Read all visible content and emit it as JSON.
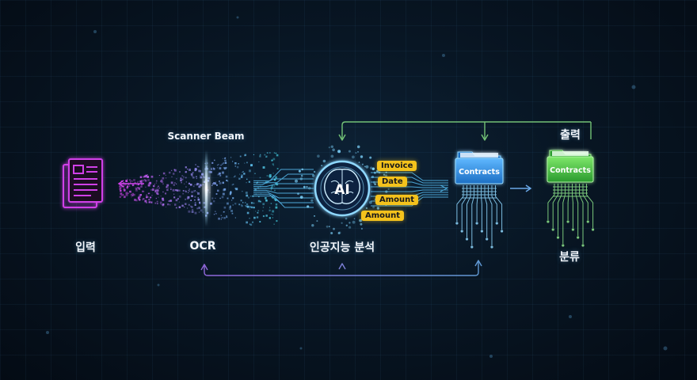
{
  "labels": {
    "input": "입력",
    "ocr": "OCR",
    "ai": "인공지능 분석",
    "classify": "분류",
    "output": "출력",
    "scanner_beam": "Scanner Beam"
  },
  "ai_core": {
    "label": "AI"
  },
  "tags": [
    "Invoice",
    "Date",
    "Amount",
    "Amount"
  ],
  "folders": [
    {
      "label": "Contracts",
      "color": "#2a8fe0"
    },
    {
      "label": "Contracts",
      "color": "#3cc43c"
    }
  ],
  "colors": {
    "document": "#d040e8",
    "beam": "#8fd8ff",
    "feedback_green": "#7fd47f",
    "feedback_blue": "#6aa8e8",
    "feedback_purple": "#a070f0",
    "tag": "#f4c21c"
  }
}
